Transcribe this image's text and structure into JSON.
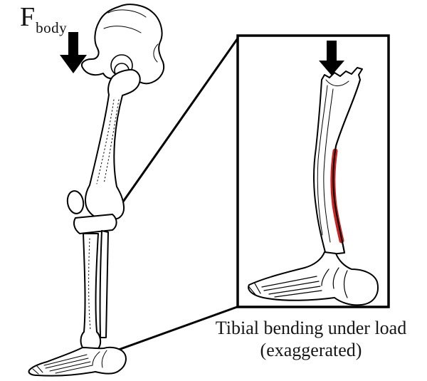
{
  "figure": {
    "force_label": {
      "symbol": "F",
      "subscript": "body"
    },
    "caption": {
      "line1": "Tibial bending under load",
      "line2": "(exaggerated)"
    }
  },
  "icons": {
    "force_arrow": "down-arrow",
    "inset_force_arrow": "down-arrow"
  },
  "colors": {
    "ink": "#000000",
    "stress_highlight": "#cc2222",
    "background": "#ffffff"
  }
}
